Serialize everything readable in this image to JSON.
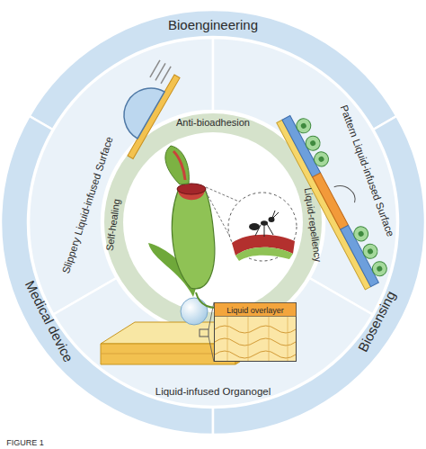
{
  "diagram": {
    "caption": "FIGURE 1",
    "nodes": [
      {
        "text": [
          "Bioengineering"
        ]
      },
      {
        "text": [
          "Medical device"
        ]
      },
      {
        "text": [
          "Biosensing"
        ]
      },
      {
        "text": [
          "Slippery Liquid-infused Surface"
        ]
      },
      {
        "text": [
          "Pattern Liquid-infused Surface"
        ]
      },
      {
        "text": [
          "Liquid-infused Organogel"
        ]
      },
      {
        "text": [
          "Liquid overlayer"
        ],
        "in": 5
      },
      {
        "text": [
          "Anti-bioadhesion",
          "Self-healing",
          "Liquid-repellency"
        ]
      }
    ]
  }
}
